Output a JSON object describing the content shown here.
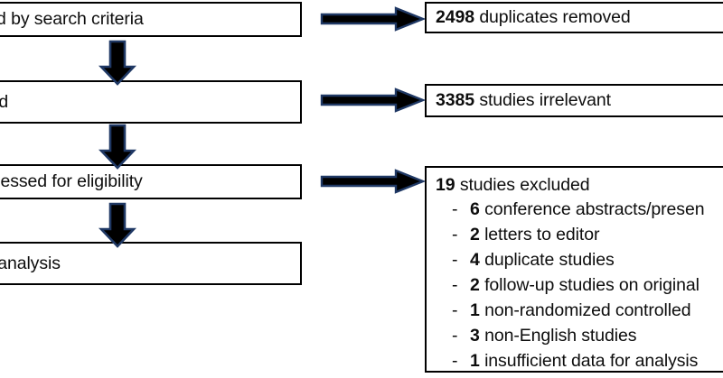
{
  "diagram": {
    "type": "prisma-flow-diagram",
    "colors": {
      "box_border": "#000000",
      "box_fill": "#ffffff",
      "arrow_fill": "#000000",
      "arrow_outline": "#1f3864",
      "text": "#0d0d0d"
    },
    "flow_boxes": [
      {
        "id": "identified",
        "text": "es identified by search criteria",
        "cropped_left": true
      },
      {
        "id": "screened",
        "text": "es screened",
        "cropped_left": true
      },
      {
        "id": "eligible",
        "text": "studies assessed for eligibility",
        "cropped_left": true
      },
      {
        "id": "included",
        "text": "ncluded in analysis",
        "cropped_left": true
      }
    ],
    "side_boxes": [
      {
        "id": "duplicates",
        "count": "2498",
        "label": "duplicates removed"
      },
      {
        "id": "irrelevant",
        "count": "3385",
        "label": "studies irrelevant"
      }
    ],
    "excluded": {
      "count": "19",
      "label": "studies excluded",
      "items": [
        {
          "dash": "-",
          "count": "6",
          "label": "conference abstracts/presen"
        },
        {
          "dash": "-",
          "count": "2",
          "label": "letters to editor"
        },
        {
          "dash": "-",
          "count": "4",
          "label": "duplicate studies"
        },
        {
          "dash": "-",
          "count": "2",
          "label": "follow-up studies on original"
        },
        {
          "dash": "-",
          "count": "1",
          "label": "non-randomized controlled "
        },
        {
          "dash": "-",
          "count": "3",
          "label": "non-English studies"
        },
        {
          "dash": "-",
          "count": "1",
          "label": "insufficient data for analysis"
        }
      ]
    },
    "arrows": {
      "right_count": 3,
      "down_count": 3
    }
  }
}
